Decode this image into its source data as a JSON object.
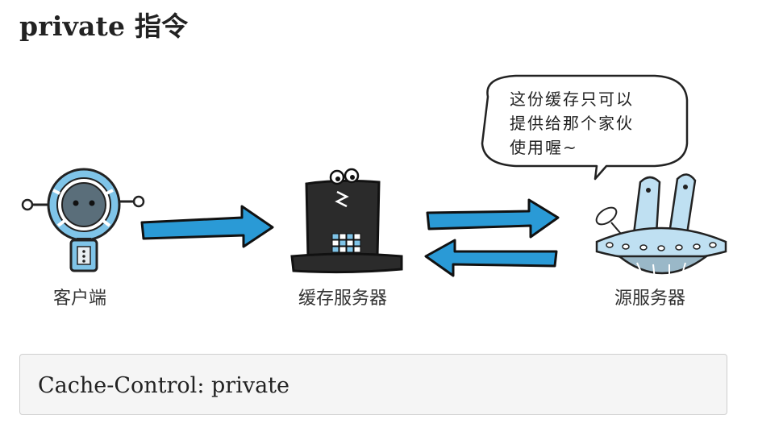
{
  "title": "private 指令",
  "nodes": {
    "client": "客户端",
    "cache_server": "缓存服务器",
    "origin_server": "源服务器"
  },
  "speech_bubble": {
    "lines": [
      "这份缓存只可以",
      "提供给那个家伙",
      "使用喔~"
    ]
  },
  "code": "Cache-Control: private",
  "colors": {
    "arrow": "#2a9ad6",
    "robot_body": "#7fc4e8",
    "server_hat": "#2b2b2b",
    "ufo": "#bfe0f2"
  }
}
